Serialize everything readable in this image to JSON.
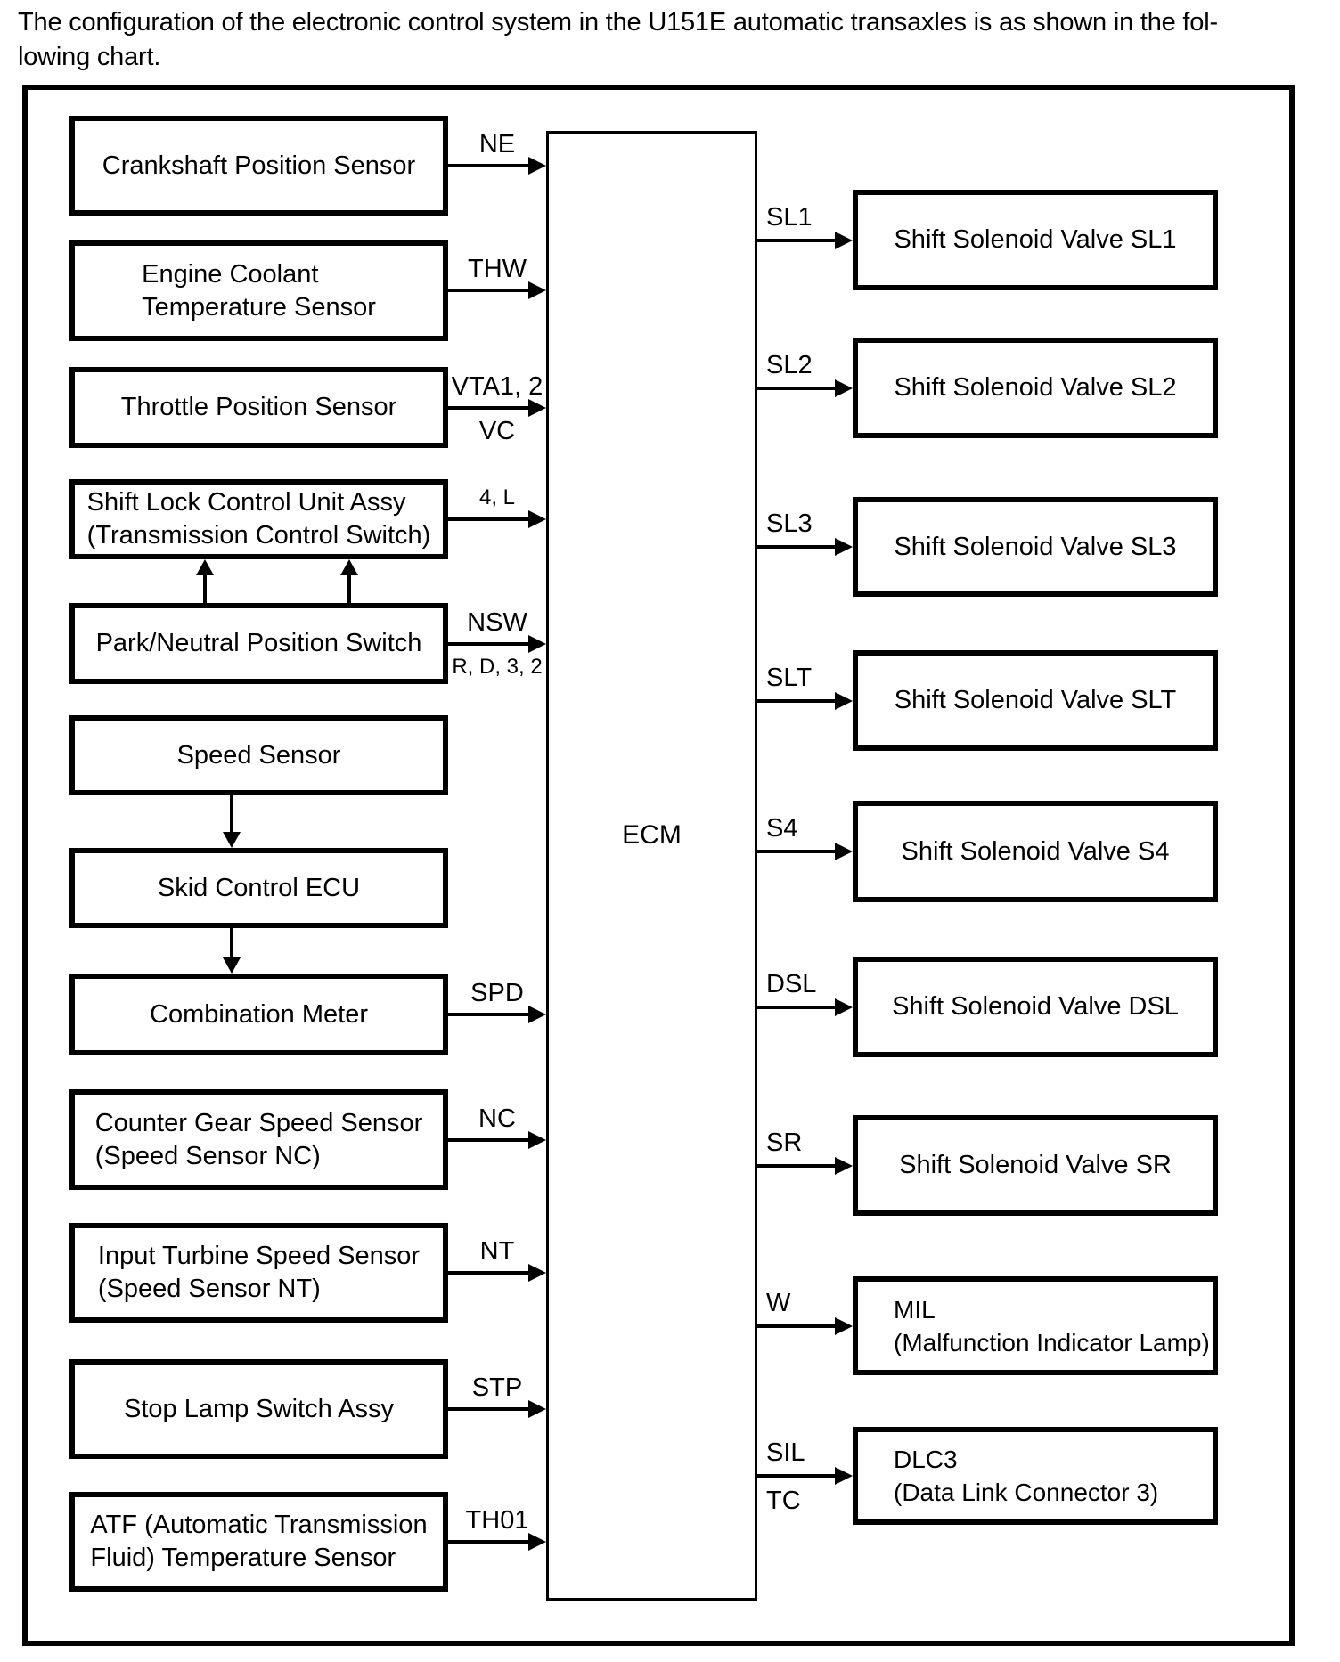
{
  "title": {
    "line1": "The configuration of the electronic control system in the U151E automatic transaxles is as shown in the fol-",
    "line2": "lowing chart."
  },
  "ecm": {
    "label": "ECM"
  },
  "inputs": [
    {
      "line1": "Crankshaft Position Sensor",
      "line2": "",
      "signal": "NE",
      "signal_below": ""
    },
    {
      "line1": "Engine Coolant",
      "line2": "Temperature Sensor",
      "signal": "THW",
      "signal_below": ""
    },
    {
      "line1": "Throttle Position Sensor",
      "line2": "",
      "signal": "VTA1, 2",
      "signal_below": "VC"
    },
    {
      "line1": "Shift Lock Control Unit Assy",
      "line2": "(Transmission Control Switch)",
      "signal": "4, L",
      "signal_below": ""
    },
    {
      "line1": "Park/Neutral Position Switch",
      "line2": "",
      "signal": "NSW",
      "signal_below": "R, D, 3, 2"
    },
    {
      "line1": "Speed Sensor",
      "line2": "",
      "signal": "",
      "signal_below": ""
    },
    {
      "line1": "Skid Control ECU",
      "line2": "",
      "signal": "",
      "signal_below": ""
    },
    {
      "line1": "Combination Meter",
      "line2": "",
      "signal": "SPD",
      "signal_below": ""
    },
    {
      "line1": "Counter Gear Speed Sensor",
      "line2": "(Speed Sensor NC)",
      "signal": "NC",
      "signal_below": ""
    },
    {
      "line1": "Input Turbine Speed Sensor",
      "line2": "(Speed Sensor NT)",
      "signal": "NT",
      "signal_below": ""
    },
    {
      "line1": "Stop Lamp Switch Assy",
      "line2": "",
      "signal": "STP",
      "signal_below": ""
    },
    {
      "line1": "ATF (Automatic Transmission",
      "line2": "Fluid) Temperature Sensor",
      "signal": "TH01",
      "signal_below": ""
    }
  ],
  "outputs": [
    {
      "line1": "Shift Solenoid Valve SL1",
      "line2": "",
      "signal": "SL1",
      "signal_below": ""
    },
    {
      "line1": "Shift Solenoid Valve SL2",
      "line2": "",
      "signal": "SL2",
      "signal_below": ""
    },
    {
      "line1": "Shift Solenoid Valve SL3",
      "line2": "",
      "signal": "SL3",
      "signal_below": ""
    },
    {
      "line1": "Shift Solenoid Valve SLT",
      "line2": "",
      "signal": "SLT",
      "signal_below": ""
    },
    {
      "line1": "Shift Solenoid Valve S4",
      "line2": "",
      "signal": "S4",
      "signal_below": ""
    },
    {
      "line1": "Shift Solenoid Valve DSL",
      "line2": "",
      "signal": "DSL",
      "signal_below": ""
    },
    {
      "line1": "Shift Solenoid Valve SR",
      "line2": "",
      "signal": "SR",
      "signal_below": ""
    },
    {
      "line1": "MIL",
      "line2": "(Malfunction Indicator Lamp)",
      "signal": "W",
      "signal_below": ""
    },
    {
      "line1": "DLC3",
      "line2": "(Data Link Connector 3)",
      "signal": "SIL",
      "signal_below": "TC"
    }
  ]
}
